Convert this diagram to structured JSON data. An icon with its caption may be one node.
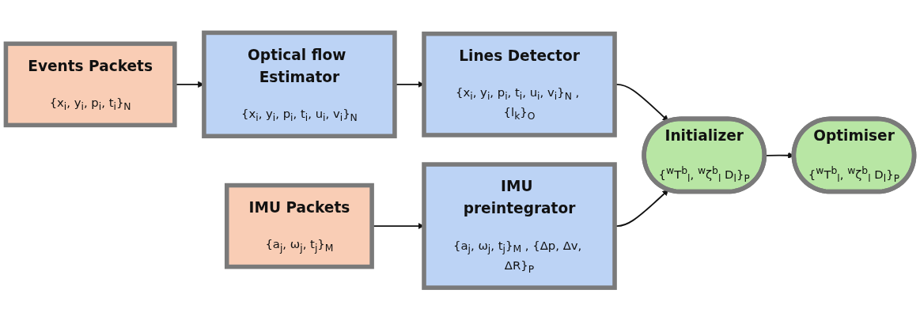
{
  "diagram": {
    "nodes": [
      {
        "text": [
          "Events Packets",
          "{x$_{i}$, y$_{i}$, p$_{i}$, t$_{i}$}$_{N}$"
        ]
      },
      {
        "text": [
          "Optical flow Estimator",
          "{x$_{i}$, y$_{i}$, p$_{i}$, t$_{i}$, u$_{i}$, v$_{i}$}$_{N}$"
        ]
      },
      {
        "text": [
          "Lines Detector",
          "{x$_{i}$, y$_{i}$, p$_{i}$, t$_{i}$, u$_{i}$, v$_{i}$}$_{N}$ , {l$_{k}$}$_{O}$"
        ]
      },
      {
        "text": [
          "IMU Packets",
          "{a$_{j}$, ω$_{j}$, t$_{j}$}$_{M}$"
        ]
      },
      {
        "text": [
          "IMU preintegrator",
          "{a$_{j}$, ω$_{j}$, t$_{j}$}$_{M}$ , {Δp, Δv, ΔR}$_{P}$"
        ]
      },
      {
        "text": [
          "Initializer",
          "{$^{w}$T$^{b}$$_{l}$, $^{w}$ζ$^{b}$$_{l}$ D$_{l}$}$_{P}$"
        ]
      },
      {
        "text": [
          "Optimiser",
          "{$^{w}$T$^{b}$$_{l}$, $^{w}$ζ$^{b}$$_{l}$ D$_{l}$}$_{P}$"
        ]
      }
    ],
    "edges": [
      {
        "from": 0,
        "to": 1,
        "arrow": "to"
      },
      {
        "from": 1,
        "to": 2,
        "arrow": "to"
      },
      {
        "from": 2,
        "to": 5,
        "arrow": "to"
      },
      {
        "from": 3,
        "to": 4,
        "arrow": "to"
      },
      {
        "from": 4,
        "to": 5,
        "arrow": "to"
      },
      {
        "from": 5,
        "to": 6,
        "arrow": "to"
      }
    ]
  }
}
